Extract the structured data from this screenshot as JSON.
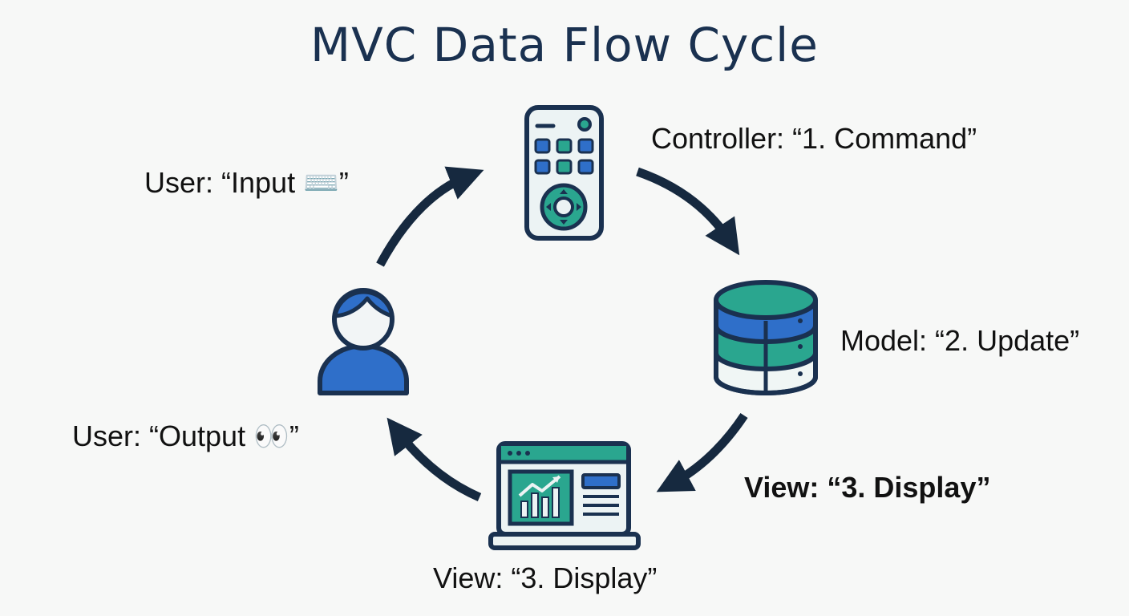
{
  "title": "MVC Data Flow Cycle",
  "labels": {
    "controller": "Controller: “1. Command”",
    "user_input": "User: “Input ⌨️”",
    "model": "Model: “2. Update”",
    "user_output": "User: “Output 👀”",
    "view_right": "View: “3. Display”",
    "view_bottom": "View: “3. Display”"
  },
  "nodes": [
    {
      "id": "controller",
      "icon": "remote-control-icon"
    },
    {
      "id": "model",
      "icon": "database-icon"
    },
    {
      "id": "view",
      "icon": "laptop-dashboard-icon"
    },
    {
      "id": "user",
      "icon": "user-icon"
    }
  ],
  "colors": {
    "outline": "#1a3150",
    "blue": "#2f6fc9",
    "teal": "#2aa68f",
    "light": "#eaf4f3",
    "arrow": "#16293f"
  }
}
